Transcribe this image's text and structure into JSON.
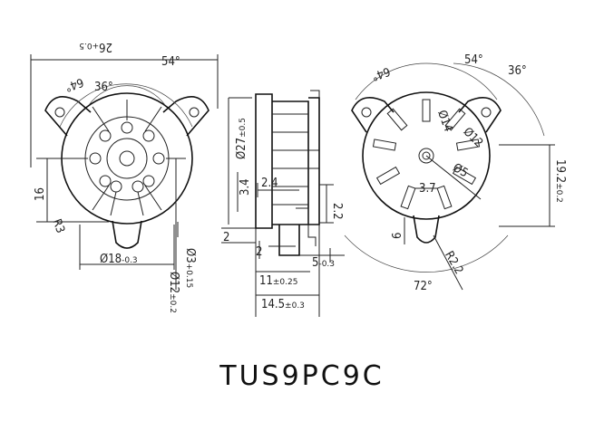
{
  "part_number": "TUS9PC9C",
  "left_view": {
    "dims": {
      "outer_width": "26",
      "outer_width_tol": "+0.5",
      "angle_a": "54°",
      "angle_b": "36°",
      "angle_c": "64°",
      "height": "16",
      "radius": "R3",
      "diameter_outer": "Ø18",
      "diameter_outer_tol": "-0.3",
      "hole_d": "Ø3",
      "hole_tol": "+0.15",
      "center_d": "Ø12",
      "center_tol": "±0.2"
    }
  },
  "side_view": {
    "dims": {
      "d27": "Ø27",
      "d27_tol": "±0.5",
      "h34": "3.4",
      "w24": "2.4",
      "h22": "2.2",
      "w2a": "2",
      "w2b": "2",
      "w5": "5",
      "w5_tol": "-0.3",
      "w11": "11",
      "w11_tol": "±0.25",
      "w145": "14.5",
      "w145_tol": "±0.3"
    }
  },
  "right_view": {
    "dims": {
      "angle_54": "54°",
      "angle_36": "36°",
      "angle_64": "64°",
      "angle_72": "72°",
      "d14": "Ø14",
      "d5": "Ø5",
      "d12": "Ø12",
      "w37": "3.7",
      "h6": "6",
      "h192": "19.2",
      "h192_tol": "±0.2",
      "r2": "R2.2"
    }
  }
}
